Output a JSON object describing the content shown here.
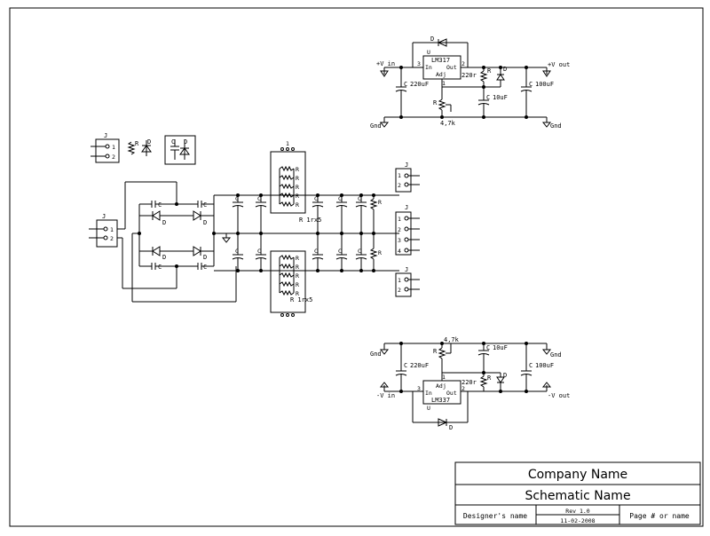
{
  "title_block": {
    "company": "Company Name",
    "schematic": "Schematic Name",
    "designer": "Designer's name",
    "revision": "Rev 1.0",
    "date": "11-02-2008",
    "page": "Page # or name"
  },
  "positive_regulator": {
    "ic_label": "LM317",
    "pin_in": "In",
    "pin_out": "Out",
    "pin_adj": "Adj",
    "pin1": "1",
    "pin2": "2",
    "pin3": "3",
    "u_label": "U",
    "diode_label": "D",
    "input_label": "+V in",
    "output_label": "+V out",
    "gnd_left": "Gnd",
    "gnd_right": "Gnd",
    "cap_in_c": "C",
    "cap_in_value": "220uF",
    "cap_out_c": "C",
    "cap_out_value": "100uF",
    "cap_adj_c": "C",
    "cap_adj_value": "10uF",
    "r_top": "R",
    "r_top_value": "220r",
    "pot": "R",
    "pot_value": "4,7k",
    "d_right": "D"
  },
  "negative_regulator": {
    "ic_label": "LM337",
    "pin_in": "In",
    "pin_out": "Out",
    "pin_adj": "Adj",
    "pin1": "1",
    "pin2": "2",
    "pin3": "3",
    "u_label": "U",
    "diode_label": "D",
    "input_label": "-V in",
    "output_label": "-V out",
    "gnd_left": "Gnd",
    "gnd_right": "Gnd",
    "cap_in_c": "C",
    "cap_in_value": "220uF",
    "cap_out_c": "C",
    "cap_out_value": "100uF",
    "cap_adj_c": "C",
    "cap_adj_value": "10uF",
    "r_bot": "R",
    "r_bot_value": "220r",
    "pot": "R",
    "pot_value": "4,7k",
    "d_right": "D"
  },
  "legend": {
    "j": "J",
    "pin1": "1",
    "pin2": "2",
    "r": "R",
    "d": "D",
    "c": "C",
    "d2": "D"
  },
  "rectifier": {
    "j": "J",
    "pin1": "1",
    "pin2": "2",
    "c": "C",
    "d": "D"
  },
  "filter": {
    "c": "C",
    "r": "R",
    "array_top": "R 1rx5",
    "array_bottom": "R 1rx5"
  },
  "connectors": {
    "j": "J",
    "pins_2": [
      "1",
      "2"
    ],
    "pins_4": [
      "1",
      "2",
      "3",
      "4"
    ]
  }
}
